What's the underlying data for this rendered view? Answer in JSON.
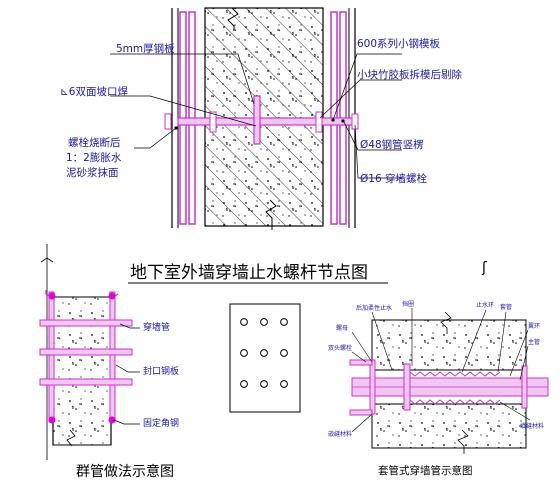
{
  "labels": {
    "main_title": "地下室外墙穿墙止水螺杆节点图",
    "steel_plate_5mm": "5mm厚钢板",
    "double_bevel_weld": "⊾6双面坡口焊",
    "bolt_cut_after": "螺栓烧断后",
    "mortar_ratio": "1：2膨胀水",
    "mortar_finish": "泥砂浆抹面",
    "formwork_600": "600系列小钢模板",
    "bamboo_plywood": "小块竹胶板拆模后剔除",
    "steel_pipe_48": "Ø48钢管竖楞",
    "through_bolt_16": "Ø16 穿墙螺栓",
    "wall_pipe": "穿墙管",
    "seal_plate": "封口钢板",
    "fixed_angle": "固定角钢",
    "group_title": "群管做法示意图",
    "sleeve_title": "套管式穿墙管示意图",
    "side_mark": "ʃ",
    "sl_label_1": "后加柔性止水",
    "sl_label_2": "挡圈",
    "sl_label_3": "止水环",
    "sl_label_4": "套管",
    "sl_label_5": "螺母",
    "sl_label_6": "双头螺栓",
    "sl_label_7": "翼环",
    "sl_label_8": "主管",
    "sl_label_9": "嵌缝材料",
    "sl_label_10": "填缝材料"
  },
  "colors": {
    "line": "#000000",
    "label_blue": "#1a1aa8",
    "pipe": "#cc33cc",
    "bolt_fill": "#f2c6f2",
    "weld": "#e000e0",
    "concrete": "#ffffff",
    "hatch": "#000000"
  }
}
